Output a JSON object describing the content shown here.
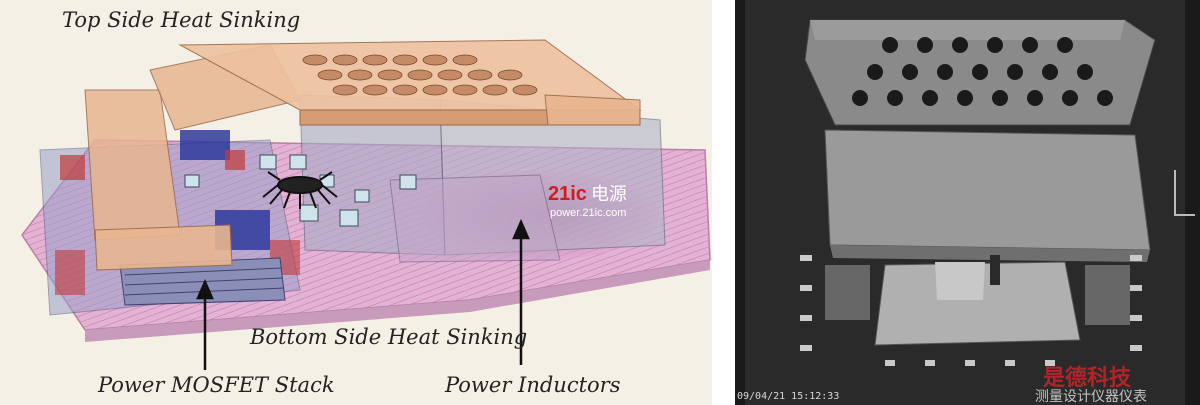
{
  "left_figure": {
    "labels": {
      "top_heat": "Top Side Heat Sinking",
      "bottom_heat": "Bottom Side Heat Sinking",
      "mosfet": "Power MOSFET Stack",
      "inductors": "Power Inductors"
    },
    "watermark": {
      "brand": "21ic",
      "brand_cn": "电源",
      "url": "power.21ic.com"
    }
  },
  "right_photo": {
    "timestamp": "09/04/21 15:12:33",
    "watermark_cn_top": "是德科技",
    "watermark_cn_bottom": "测量设计仪器仪表"
  },
  "colors": {
    "board": "#d9a8d0",
    "heatsink": "#e8b690",
    "housing": "#a9acc6",
    "metal": "#8f8f8f"
  }
}
